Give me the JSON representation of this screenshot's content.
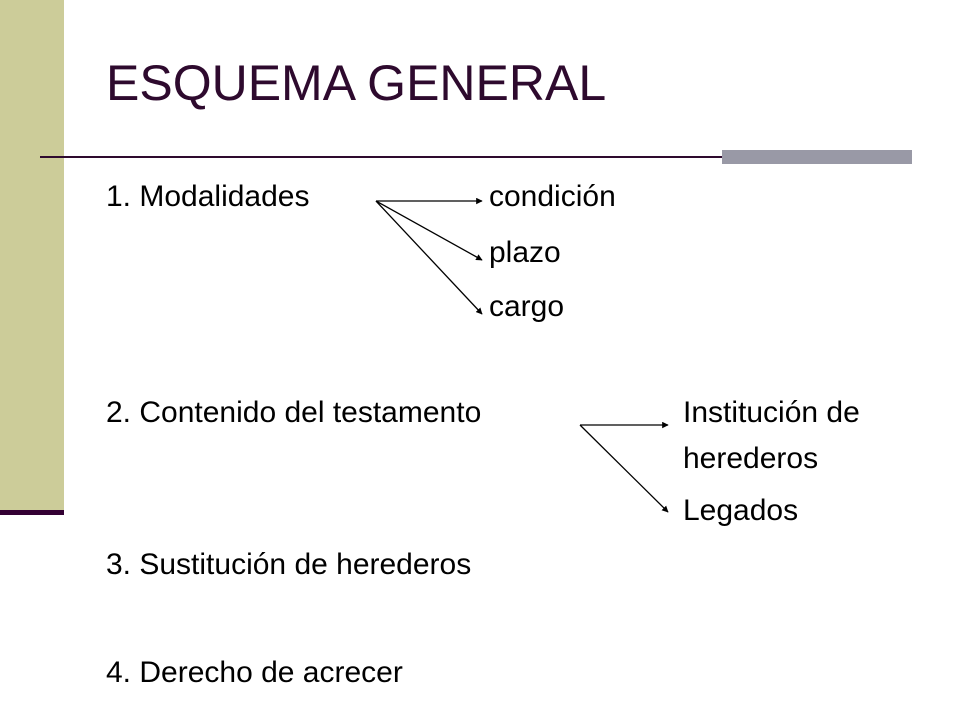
{
  "slide": {
    "title": "ESQUEMA GENERAL",
    "items": [
      {
        "label": "1. Modalidades",
        "branches": [
          "condición",
          "plazo",
          "cargo"
        ]
      },
      {
        "label": "2. Contenido del testamento",
        "branches": [
          "Institución de",
          "herederos",
          "Legados"
        ]
      },
      {
        "label": "3. Sustitución de herederos"
      },
      {
        "label": "4. Derecho de acrecer"
      }
    ]
  },
  "colors": {
    "title": "#2e0a2e",
    "side_bar": "#cccc99",
    "accent": "#330033",
    "rule_accent": "#9999a6"
  }
}
